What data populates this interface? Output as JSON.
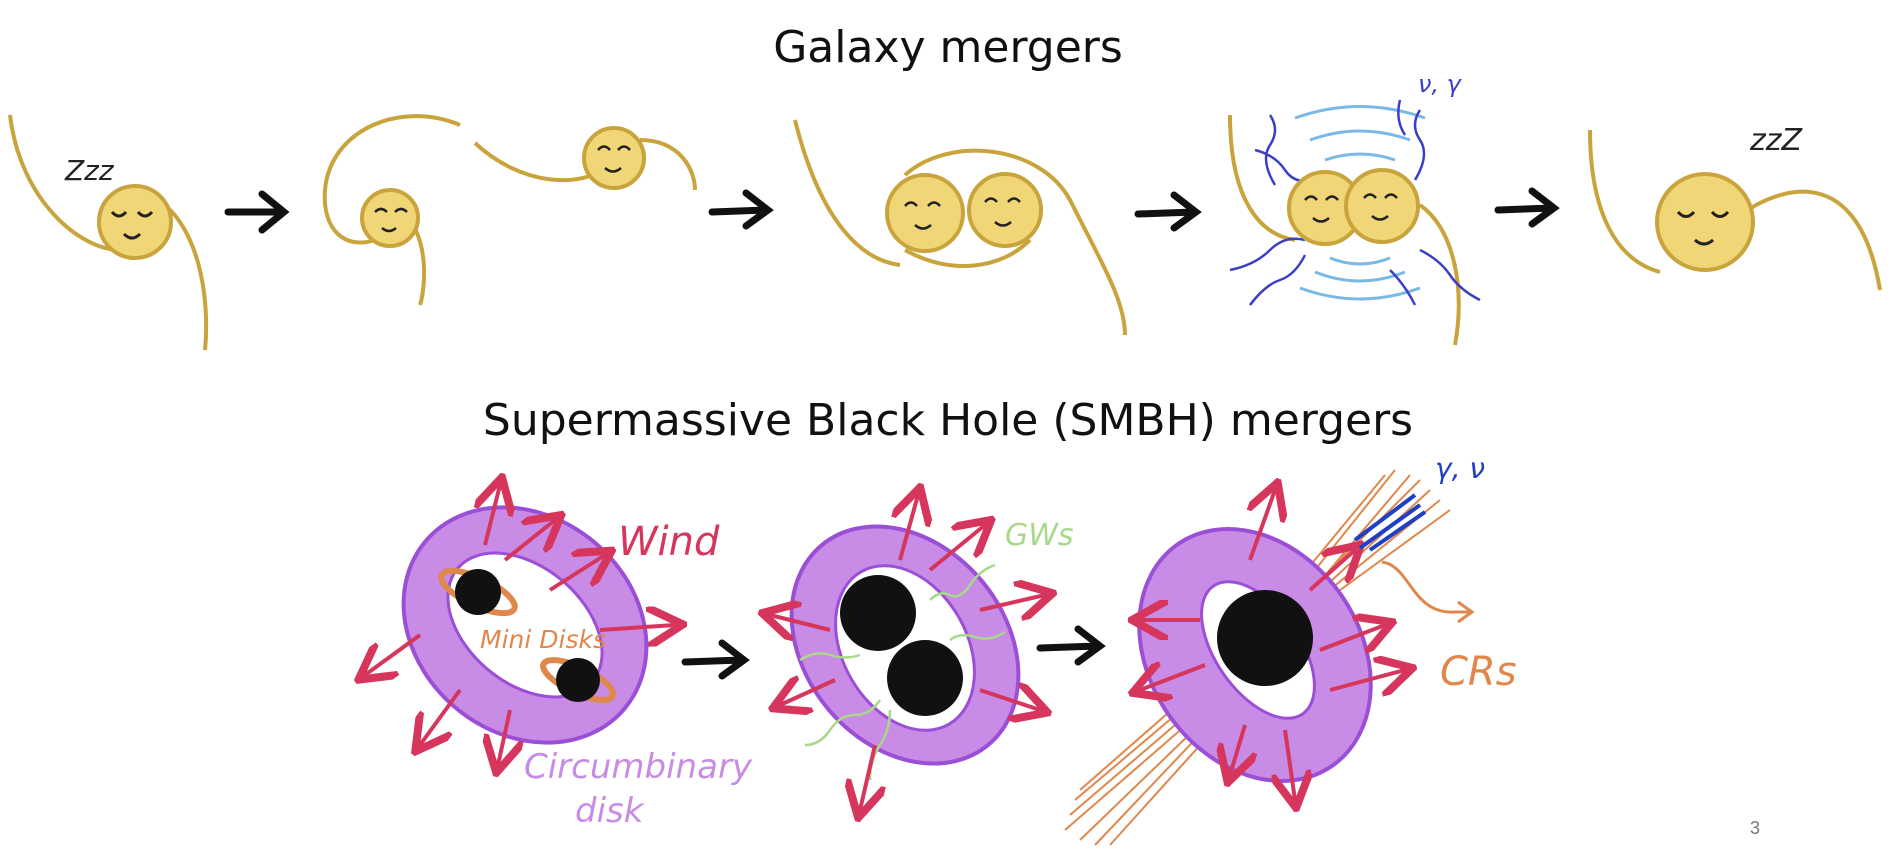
{
  "titles": {
    "top": "Galaxy mergers",
    "bottom": "Supermassive Black Hole (SMBH) mergers"
  },
  "labels": {
    "zzz_small": "Zzz",
    "zzz_large": "zzZ",
    "neutrino_top": "ν, γ",
    "neutrino_bottom": "γ, ν",
    "wind": "Wind",
    "mini_disks": "Mini Disks",
    "circumbinary_line1": "Circumbinary",
    "circumbinary_line2": "disk",
    "gws": "GWs",
    "crs": "CRs"
  },
  "page_number": "3",
  "colors": {
    "galaxy_arm": "#c9a43c",
    "galaxy_face": "#f1d678",
    "disk_purple": "#c88be6",
    "disk_edge": "#9b4fd6",
    "wind_arrow": "#d6355c",
    "gw_green": "#a8d88a",
    "cr_orange": "#e0874c",
    "neutrino_blue": "#1f3fc4",
    "ripple_blue": "#7ab8e6"
  }
}
